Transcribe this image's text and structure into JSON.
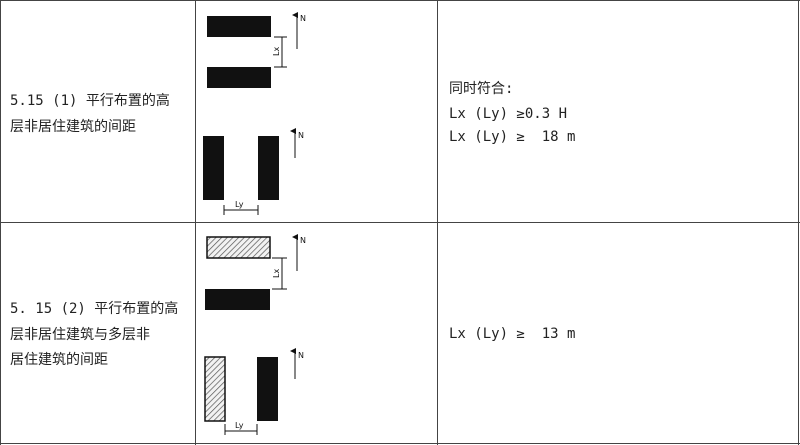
{
  "rows": [
    {
      "title_line1": "5.15 (1) 平行布置的高",
      "title_line2": "层非居住建筑的间距",
      "requirement_lines": [
        "同时符合:",
        "Lx (Ly) ≥0.3 H",
        "Lx (Ly) ≥  18 m"
      ],
      "diagram_labels": {
        "north": "N",
        "dim_x": "Lx",
        "dim_y": "Ly"
      }
    },
    {
      "title_line1": "5. 15 (2) 平行布置的高",
      "title_line2": "层非居住建筑与多层非",
      "title_line3": "居住建筑的间距",
      "requirement_lines": [
        "Lx (Ly) ≥  13 m"
      ],
      "diagram_labels": {
        "north": "N",
        "dim_x": "Lx",
        "dim_y": "Ly"
      }
    }
  ]
}
